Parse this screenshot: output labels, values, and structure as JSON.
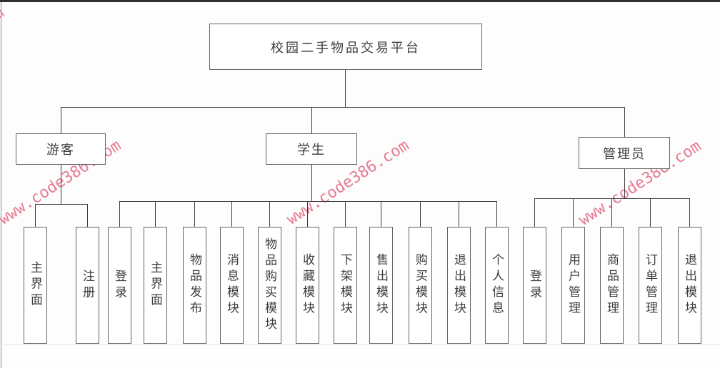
{
  "watermark": {
    "text": "www.code386.com",
    "color": "#e77b92"
  },
  "diagram": {
    "root": {
      "label": "校园二手物品交易平台"
    },
    "branches": [
      {
        "label": "游客",
        "children": [
          {
            "label": "主界面"
          },
          {
            "label": "注册"
          }
        ]
      },
      {
        "label": "学生",
        "children": [
          {
            "label": "登录"
          },
          {
            "label": "主界面"
          },
          {
            "label": "物品发布"
          },
          {
            "label": "消息模块"
          },
          {
            "label": "物品购买模块"
          },
          {
            "label": "收藏模块"
          },
          {
            "label": "下架模块"
          },
          {
            "label": "售出模块"
          },
          {
            "label": "购买模块"
          },
          {
            "label": "退出模块"
          },
          {
            "label": "个人信息"
          }
        ]
      },
      {
        "label": "管理员",
        "children": [
          {
            "label": "登录"
          },
          {
            "label": "用户管理"
          },
          {
            "label": "商品管理"
          },
          {
            "label": "订单管理"
          },
          {
            "label": "退出模块"
          }
        ]
      }
    ]
  }
}
